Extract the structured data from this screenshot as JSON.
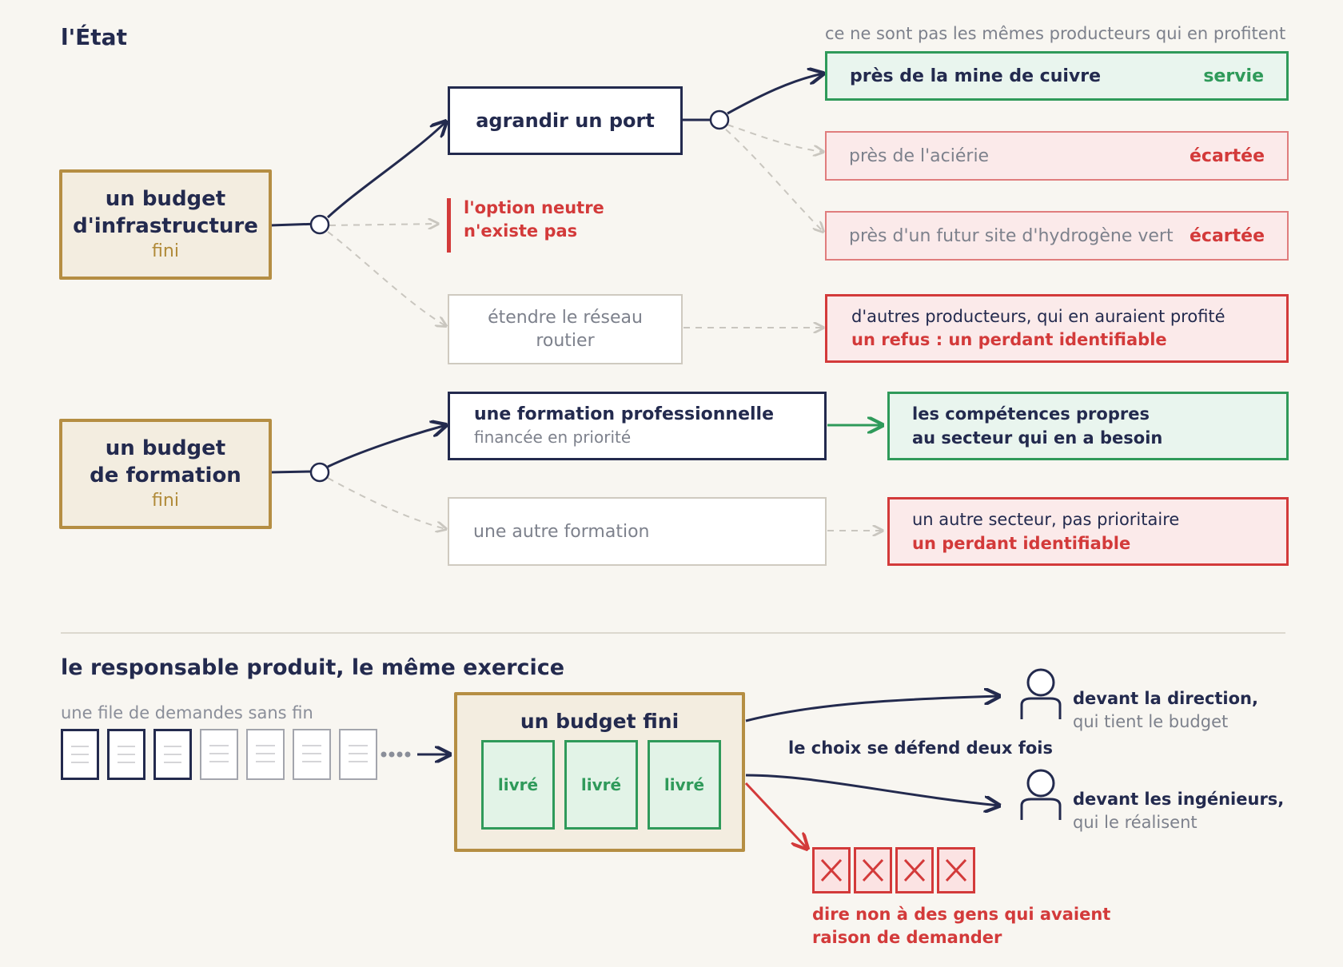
{
  "section1": {
    "title": "l'État",
    "top_note": "ce ne sont pas les mêmes producteurs qui en profitent",
    "budget_infra": {
      "line1": "un budget",
      "line2": "d'infrastructure",
      "sub": "fini"
    },
    "port": "agrandir un port",
    "neutral_option": {
      "line1": "l'option neutre",
      "line2": "n'existe pas"
    },
    "road": {
      "line1": "étendre le réseau",
      "line2": "routier"
    },
    "sites": [
      {
        "label": "près de la mine de cuivre",
        "status": "servie"
      },
      {
        "label": "près de l'aciérie",
        "status": "écartée"
      },
      {
        "label": "près d'un futur site d'hydrogène vert",
        "status": "écartée"
      }
    ],
    "other_producers": {
      "line1": "d'autres producteurs, qui en auraient profité",
      "line2": "un refus : un perdant identifiable"
    },
    "budget_formation": {
      "line1": "un budget",
      "line2": "de formation",
      "sub": "fini"
    },
    "formation": {
      "line1": "une formation professionnelle",
      "line2": "financée en priorité"
    },
    "skills": {
      "line1": "les compétences propres",
      "line2": "au secteur qui en a besoin"
    },
    "other_formation": "une autre formation",
    "other_sector": {
      "line1": "un autre secteur, pas prioritaire",
      "line2": "un perdant identifiable"
    }
  },
  "section2": {
    "title": "le responsable produit, le même exercice",
    "queue_label": "une file de demandes sans fin",
    "budget": "un budget fini",
    "delivered": [
      "livré",
      "livré",
      "livré"
    ],
    "choice_note": "le choix se défend deux fois",
    "direction": {
      "line1": "devant la direction,",
      "line2": "qui tient le budget"
    },
    "engineers": {
      "line1": "devant les ingénieurs,",
      "line2": "qui le réalisent"
    },
    "refusal": {
      "line1": "dire non à des gens qui avaient",
      "line2": "raison de demander"
    }
  },
  "colors": {
    "navy": "#232a4e",
    "gold": "#b58e43",
    "green": "#2f9a5a",
    "red": "#d33a3a",
    "gray": "#7d818c",
    "background": "#f8f6f1"
  },
  "icons": [
    "person-icon",
    "cross-icon",
    "knot-icon",
    "arrow-icon",
    "document-icon"
  ]
}
